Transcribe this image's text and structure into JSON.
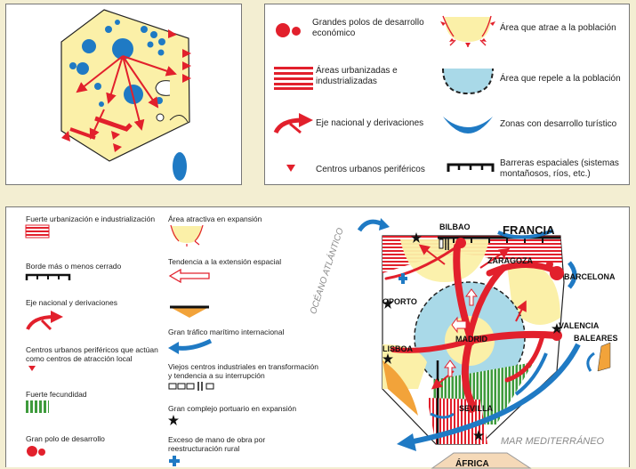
{
  "top_legend": {
    "items": [
      {
        "id": "polos",
        "label": "Grandes polos de desarrollo económico"
      },
      {
        "id": "atrae",
        "label": "Área que atrae a la población"
      },
      {
        "id": "urban",
        "label": "Áreas urbanizadas e industrializadas"
      },
      {
        "id": "repele",
        "label": "Área que repele a la población"
      },
      {
        "id": "eje",
        "label": "Eje nacional y derivaciones"
      },
      {
        "id": "turistico",
        "label": "Zonas con desarrollo turístico"
      },
      {
        "id": "perifericos",
        "label": "Centros urbanos periféricos"
      },
      {
        "id": "barreras",
        "label": "Barreras espaciales (sistemas montañosos, ríos, etc.)"
      }
    ]
  },
  "bottom_legend": {
    "items": [
      {
        "id": "fuerte_urb",
        "label": "Fuerte urbanización e industrialización"
      },
      {
        "id": "area_atractiva",
        "label": "Área atractiva en expansión"
      },
      {
        "id": "borde",
        "label": "Borde más o menos cerrado"
      },
      {
        "id": "tendencia",
        "label": "Tendencia a la extensión espacial"
      },
      {
        "id": "eje2",
        "label": "Eje nacional y derivaciones"
      },
      {
        "id": "trafico",
        "label": "Gran tráfico marítimo internacional"
      },
      {
        "id": "centros2",
        "label": "Centros urbanos periféricos que actúan como centros de atracción local"
      },
      {
        "id": "viejos",
        "label": "Viejos centros industriales en transformación y tendencia a su interrupción"
      },
      {
        "id": "fecundidad",
        "label": "Fuerte fecundidad"
      },
      {
        "id": "portuario",
        "label": "Gran complejo portuario en expansión"
      },
      {
        "id": "gran_polo",
        "label": "Gran polo de desarrollo"
      },
      {
        "id": "exceso",
        "label": "Exceso de mano de obra por reestructuración rural"
      }
    ]
  },
  "map": {
    "cities": {
      "bilbao": "BILBAO",
      "zaragoza": "ZARAGOZA",
      "barcelona": "BARCELONA",
      "oporto": "OPORTO",
      "madrid": "MADRID",
      "valencia": "VALENCIA",
      "baleares": "BALEARES",
      "lisboa": "LISBOA",
      "sevilla": "SEVILLA",
      "africa": "ÁFRICA"
    },
    "francia": "FRANCIA",
    "oceano": "OCÉANO ATLÁNTICO",
    "mar": "MAR MEDITERRÁNEO"
  },
  "colors": {
    "red": "#e2202c",
    "yellow": "#fbf0a8",
    "blue": "#1f7ac4",
    "light_blue": "#a9d9e8",
    "green": "#3e9b3c",
    "orange": "#f2a33a"
  }
}
